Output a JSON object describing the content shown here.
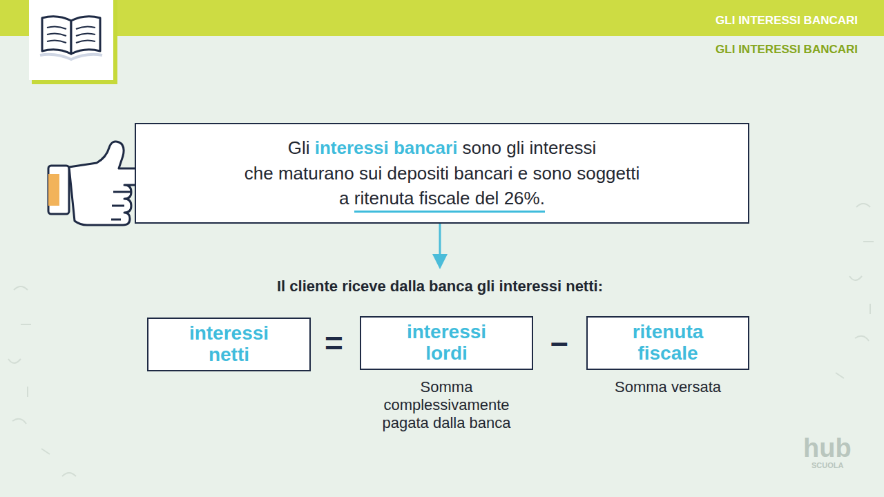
{
  "diagram": {
    "title": "GLI INTERESSI BANCARI",
    "nodes": [
      {
        "text": [
          "Gli interessi bancari sono gli interessi che maturano sui depositi bancari e sono soggetti a ritenuta fiscale del 26%."
        ]
      },
      {
        "text": [
          "interessi netti"
        ]
      },
      {
        "text": [
          "interessi lordi",
          "Somma complessivamente pagata dalla banca"
        ]
      },
      {
        "text": [
          "ritenuta fiscale",
          "Somma versata"
        ]
      }
    ],
    "labels": [
      "GLI INTERESSI BANCARI",
      "Il cliente riceve dalla banca gli interessi netti:",
      "=",
      "–",
      "hub",
      "SCUOLA"
    ]
  }
}
